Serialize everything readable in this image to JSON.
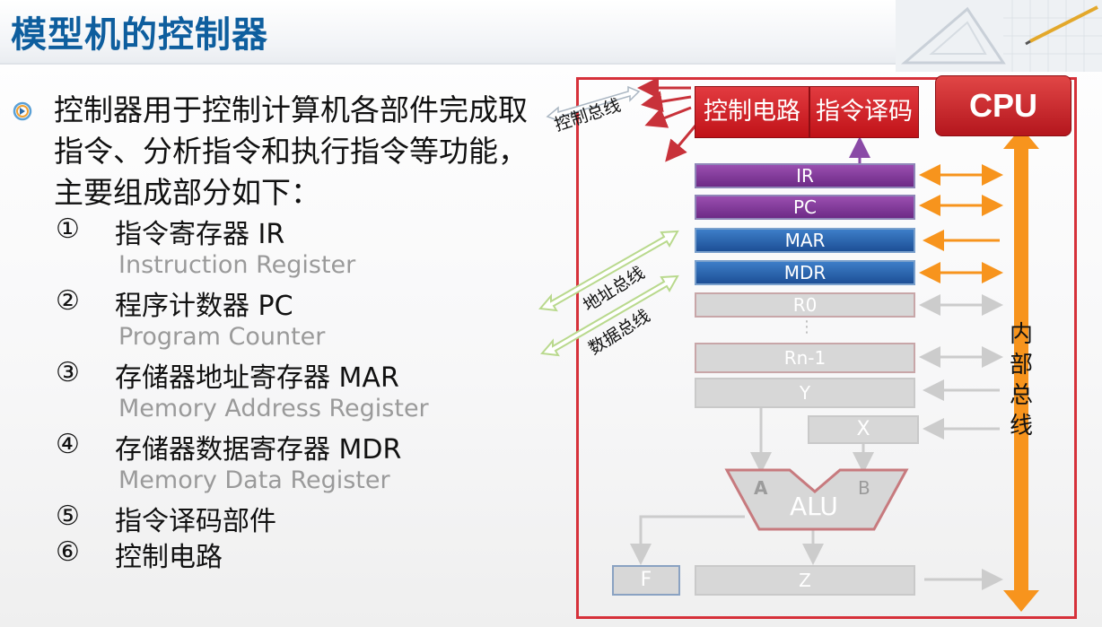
{
  "slide": {
    "title": "模型机的控制器",
    "intro": "控制器用于控制计算机各部件完成取指令、分析指令和执行指令等功能，主要组成部分如下：",
    "items": [
      {
        "num": "①",
        "label": "指令寄存器 IR",
        "sub": "Instruction Register"
      },
      {
        "num": "②",
        "label": "程序计数器 PC",
        "sub": "Program Counter"
      },
      {
        "num": "③",
        "label": "存储器地址寄存器 MAR",
        "sub": "Memory Address Register"
      },
      {
        "num": "④",
        "label": "存储器数据寄存器 MDR",
        "sub": "Memory Data Register"
      },
      {
        "num": "⑤",
        "label": "指令译码部件",
        "sub": ""
      },
      {
        "num": "⑥",
        "label": "控制电路",
        "sub": ""
      }
    ]
  },
  "diagram": {
    "cpu_label": "CPU",
    "control_circuit": "控制电路",
    "decoder": "指令译码",
    "control_bus": "控制总线",
    "address_bus": "地址总线",
    "data_bus": "数据总线",
    "internal_bus": [
      "内",
      "部",
      "总",
      "线"
    ],
    "registers": {
      "ir": "IR",
      "pc": "PC",
      "mar": "MAR",
      "mdr": "MDR",
      "r0": "R0",
      "dots": "⋮",
      "rn1": "Rn-1",
      "y": "Y",
      "x": "X",
      "f": "F",
      "z": "Z"
    },
    "alu": {
      "label": "ALU",
      "port_a": "A",
      "port_b": "B"
    },
    "colors": {
      "frame": "#d6313a",
      "control": "#c81c22",
      "ir_pc": "#7a3394",
      "mar_mdr": "#2a64b0",
      "gray_reg": "#d7d7d7",
      "bus": "#f7941d",
      "active_arrow": "#f7941d",
      "inactive_arrow": "#cccccc",
      "address_arrow": "#b9d98d",
      "title": "#0e5e9e"
    },
    "icons": [
      "target-bullet-icon",
      "drafting-tools-icon"
    ]
  }
}
